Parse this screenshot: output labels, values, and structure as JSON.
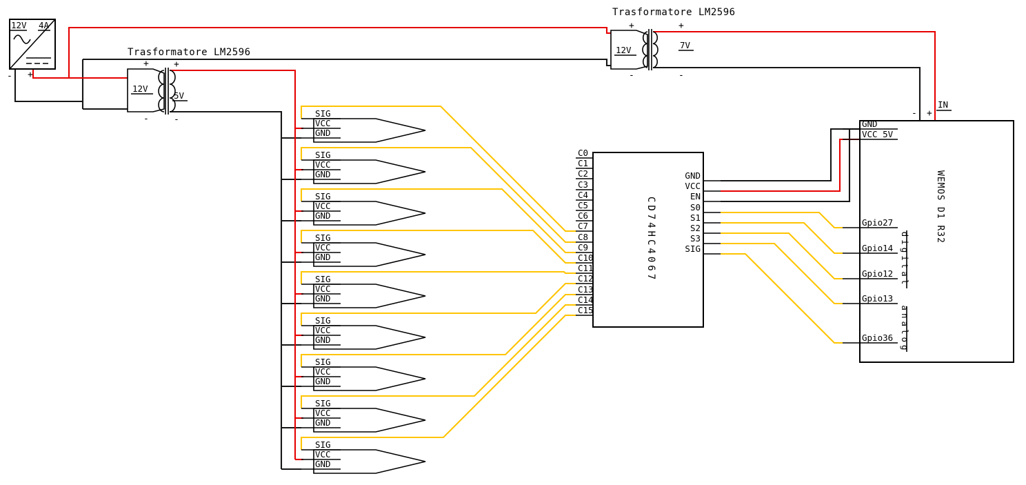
{
  "colors": {
    "wire-red": "#e60000",
    "wire-black": "#161616",
    "wire-yellow": "#ffc400",
    "background": "#ffffff"
  },
  "power_supply": {
    "voltage": "12V",
    "current": "4A",
    "plus": "+",
    "minus": "-"
  },
  "transformer_5v": {
    "title": "Trasformatore LM2596",
    "primary_voltage": "12V",
    "secondary_voltage": "5V",
    "plus": "+",
    "minus": "-"
  },
  "transformer_7v": {
    "title": "Trasformatore LM2596",
    "primary_voltage": "12V",
    "secondary_voltage": "7V",
    "plus": "+",
    "minus": "-"
  },
  "sensor": {
    "sig": "SIG",
    "vcc": "VCC",
    "gnd": "GND"
  },
  "multiplexer": {
    "name": "CD74HC4067",
    "channels": [
      "C0",
      "C1",
      "C2",
      "C3",
      "C4",
      "C5",
      "C6",
      "C7",
      "C8",
      "C9",
      "C10",
      "C11",
      "C12",
      "C13",
      "C14",
      "C15"
    ],
    "control": [
      "GND",
      "VCC",
      "EN",
      "S0",
      "S1",
      "S2",
      "S3",
      "SIG"
    ]
  },
  "board": {
    "name": "WEMOS D1 R32",
    "in_label": "IN",
    "plus": "+",
    "minus": "-",
    "pins": [
      "GND",
      "VCC 5V",
      "Gpio27",
      "Gpio14",
      "Gpio12",
      "Gpio13",
      "Gpio36"
    ],
    "digital_label": "digital",
    "analog_label": "analog"
  }
}
